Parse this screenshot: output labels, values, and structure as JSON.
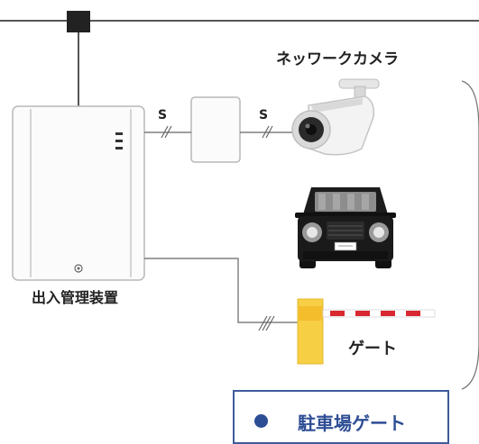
{
  "labels": {
    "camera": "ネッワークカメラ",
    "controller": "出入管理装置",
    "gate": "ゲート",
    "cable_s_1": "S",
    "cable_s_2": "S"
  },
  "legend": {
    "title": "駐車場ゲート"
  },
  "colors": {
    "line": "#555555",
    "device_border": "#b8b8b8",
    "device_fill": "#fbfbfb",
    "gate_post": "#f7cf45",
    "gate_bar_red": "#d9282f",
    "legend_blue": "#2d4d94"
  }
}
